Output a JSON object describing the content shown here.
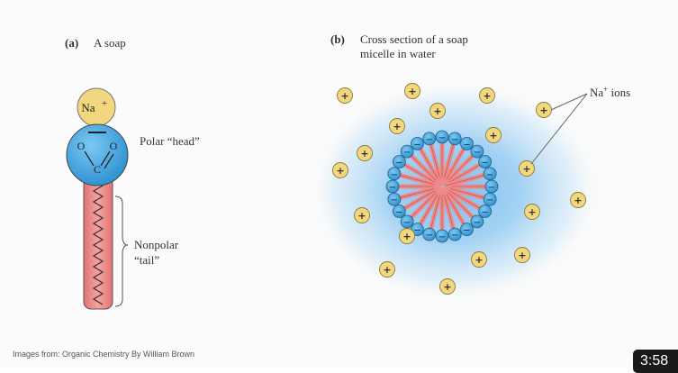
{
  "panel_a": {
    "label": "(a)",
    "title": "A soap",
    "head_text": "Polar “head”",
    "tail_line1": "Nonpolar",
    "tail_line2": "“tail”",
    "sodium_symbol": "Na",
    "sodium_charge": "+",
    "oxygen_left": "O",
    "oxygen_right": "O",
    "carbon": "C"
  },
  "panel_b": {
    "label": "(b)",
    "title_line1": "Cross section of a soap",
    "title_line2": "micelle in water",
    "ions_label": "Na",
    "ions_sup": "+",
    "ions_word": " ions",
    "micelle_head_count": 24,
    "free_ion_count": 18,
    "ion_charge_glyph": "+",
    "head_charge_glyph": "−"
  },
  "footer": {
    "credit": "Images from: Organic Chemistry By William Brown",
    "timestamp": "3:58"
  },
  "colors": {
    "sodium": "#f3d77e",
    "head": "#3fa6e0",
    "tail": "#ee8a8a",
    "water": "#a7d3f2"
  }
}
